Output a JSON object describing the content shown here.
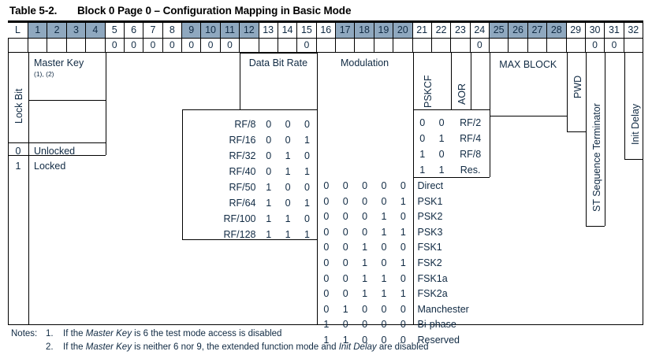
{
  "title": {
    "number": "Table 5-2.",
    "caption": "Block 0 Page 0 – Configuration Mapping in Basic Mode"
  },
  "header": {
    "columns": [
      "L",
      "1",
      "2",
      "3",
      "4",
      "5",
      "6",
      "7",
      "8",
      "9",
      "10",
      "11",
      "12",
      "13",
      "14",
      "15",
      "16",
      "17",
      "18",
      "19",
      "20",
      "21",
      "22",
      "23",
      "24",
      "25",
      "26",
      "27",
      "28",
      "29",
      "30",
      "31",
      "32"
    ],
    "shaded": [
      "1",
      "2",
      "3",
      "4",
      "9",
      "10",
      "11",
      "12",
      "17",
      "18",
      "19",
      "20",
      "25",
      "26",
      "27",
      "28"
    ],
    "shade_color": "#8fa8bf"
  },
  "fixed_bits": {
    "5": "0",
    "6": "0",
    "7": "0",
    "8": "0",
    "9": "0",
    "10": "0",
    "11": "0",
    "15": "0",
    "24": "0",
    "30": "0",
    "31": "0"
  },
  "fields": {
    "lock_bit": "Lock Bit",
    "master_key": "Master Key",
    "master_key_notes": "(1), (2)",
    "data_bit_rate": "Data Bit Rate",
    "modulation": "Modulation",
    "pskcf": "PSKCF",
    "aor": "AOR",
    "max_block": "MAX BLOCK",
    "pwd": "PWD",
    "st_sequence_terminator": "ST Sequence Terminator",
    "init_delay": "Init Delay"
  },
  "lock_bit_table": {
    "rows": [
      {
        "bit": "0",
        "label": "Unlocked"
      },
      {
        "bit": "1",
        "label": "Locked"
      }
    ]
  },
  "data_bit_rate_table": {
    "rows": [
      {
        "name": "RF/8",
        "bits": [
          "0",
          "0",
          "0"
        ]
      },
      {
        "name": "RF/16",
        "bits": [
          "0",
          "0",
          "1"
        ]
      },
      {
        "name": "RF/32",
        "bits": [
          "0",
          "1",
          "0"
        ]
      },
      {
        "name": "RF/40",
        "bits": [
          "0",
          "1",
          "1"
        ]
      },
      {
        "name": "RF/50",
        "bits": [
          "1",
          "0",
          "0"
        ]
      },
      {
        "name": "RF/64",
        "bits": [
          "1",
          "0",
          "1"
        ]
      },
      {
        "name": "RF/100",
        "bits": [
          "1",
          "1",
          "0"
        ]
      },
      {
        "name": "RF/128",
        "bits": [
          "1",
          "1",
          "1"
        ]
      }
    ]
  },
  "pskcf_table": {
    "rows": [
      {
        "bits": [
          "0",
          "0"
        ],
        "name": "RF/2"
      },
      {
        "bits": [
          "0",
          "1"
        ],
        "name": "RF/4"
      },
      {
        "bits": [
          "1",
          "0"
        ],
        "name": "RF/8"
      },
      {
        "bits": [
          "1",
          "1"
        ],
        "name": "Res."
      }
    ]
  },
  "modulation_table": {
    "rows": [
      {
        "bits": [
          "0",
          "0",
          "0",
          "0",
          "0"
        ],
        "name": "Direct"
      },
      {
        "bits": [
          "0",
          "0",
          "0",
          "0",
          "1"
        ],
        "name": "PSK1"
      },
      {
        "bits": [
          "0",
          "0",
          "0",
          "1",
          "0"
        ],
        "name": "PSK2"
      },
      {
        "bits": [
          "0",
          "0",
          "0",
          "1",
          "1"
        ],
        "name": "PSK3"
      },
      {
        "bits": [
          "0",
          "0",
          "1",
          "0",
          "0"
        ],
        "name": "FSK1"
      },
      {
        "bits": [
          "0",
          "0",
          "1",
          "0",
          "1"
        ],
        "name": "FSK2"
      },
      {
        "bits": [
          "0",
          "0",
          "1",
          "1",
          "0"
        ],
        "name": "FSK1a"
      },
      {
        "bits": [
          "0",
          "0",
          "1",
          "1",
          "1"
        ],
        "name": "FSK2a"
      },
      {
        "bits": [
          "0",
          "1",
          "0",
          "0",
          "0"
        ],
        "name": "Manchester"
      },
      {
        "bits": [
          "1",
          "0",
          "0",
          "0",
          "0"
        ],
        "name": "Bi-phase"
      },
      {
        "bits": [
          "1",
          "1",
          "0",
          "0",
          "0"
        ],
        "name": "Reserved"
      }
    ]
  },
  "notes": {
    "lead": "Notes:",
    "items": [
      {
        "num": "1.",
        "pre": "If the ",
        "em1": "Master Key",
        "mid": " is 6 the test mode access is disabled",
        "em2": "",
        "post": ""
      },
      {
        "num": "2.",
        "pre": "If the ",
        "em1": "Master Key",
        "mid": " is neither 6 nor 9, the extended function mode and ",
        "em2": "Init Delay",
        "post": " are disabled"
      }
    ]
  }
}
